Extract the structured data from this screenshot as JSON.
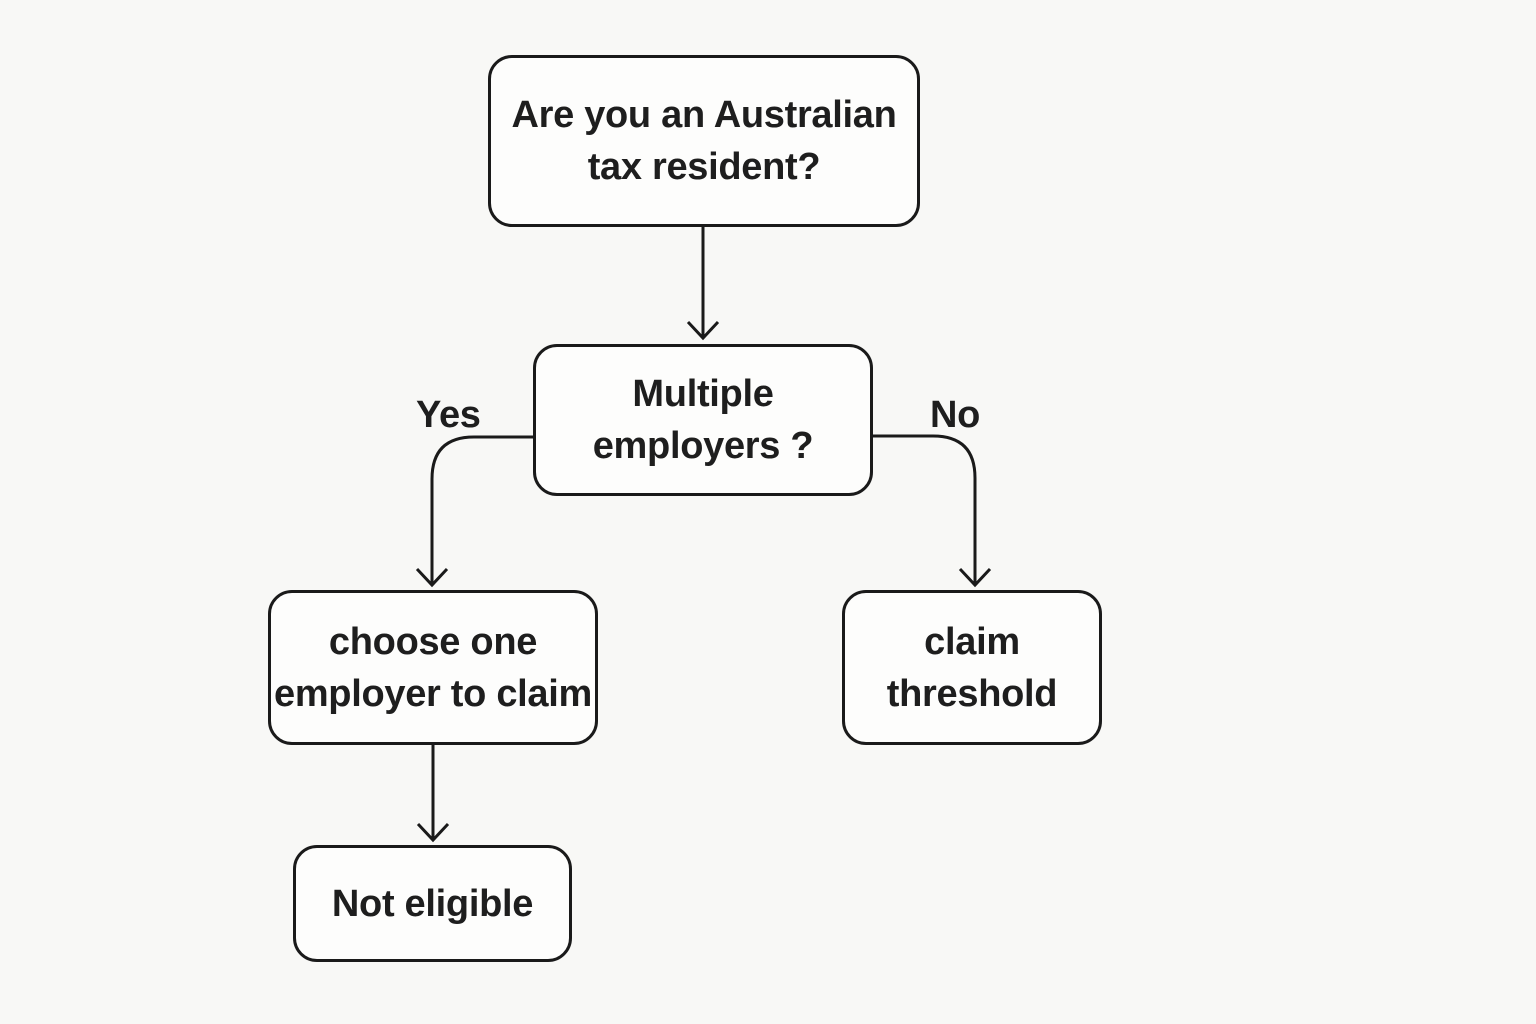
{
  "diagram": {
    "type": "flowchart",
    "colors": {
      "background": "#f8f8f6",
      "stroke": "#1a1a1a",
      "node_fill": "#fdfdfc",
      "text": "#1e1e1e"
    },
    "nodes": [
      {
        "id": "question-tax-resident",
        "label": "Are you an Australian\ntax resident?"
      },
      {
        "id": "question-multiple-employers",
        "label": "Multiple\nemployers ?"
      },
      {
        "id": "action-choose-employer",
        "label": "choose one\nemployer to claim"
      },
      {
        "id": "action-claim-threshold",
        "label": "claim\nthreshold"
      },
      {
        "id": "outcome-not-eligible",
        "label": "Not eligible"
      }
    ],
    "edges": [
      {
        "from": "question-tax-resident",
        "to": "question-multiple-employers",
        "label": ""
      },
      {
        "from": "question-multiple-employers",
        "to": "action-choose-employer",
        "label": "Yes"
      },
      {
        "from": "question-multiple-employers",
        "to": "action-claim-threshold",
        "label": "No"
      },
      {
        "from": "action-choose-employer",
        "to": "outcome-not-eligible",
        "label": ""
      }
    ],
    "edge_labels": {
      "yes": "Yes",
      "no": "No"
    }
  }
}
